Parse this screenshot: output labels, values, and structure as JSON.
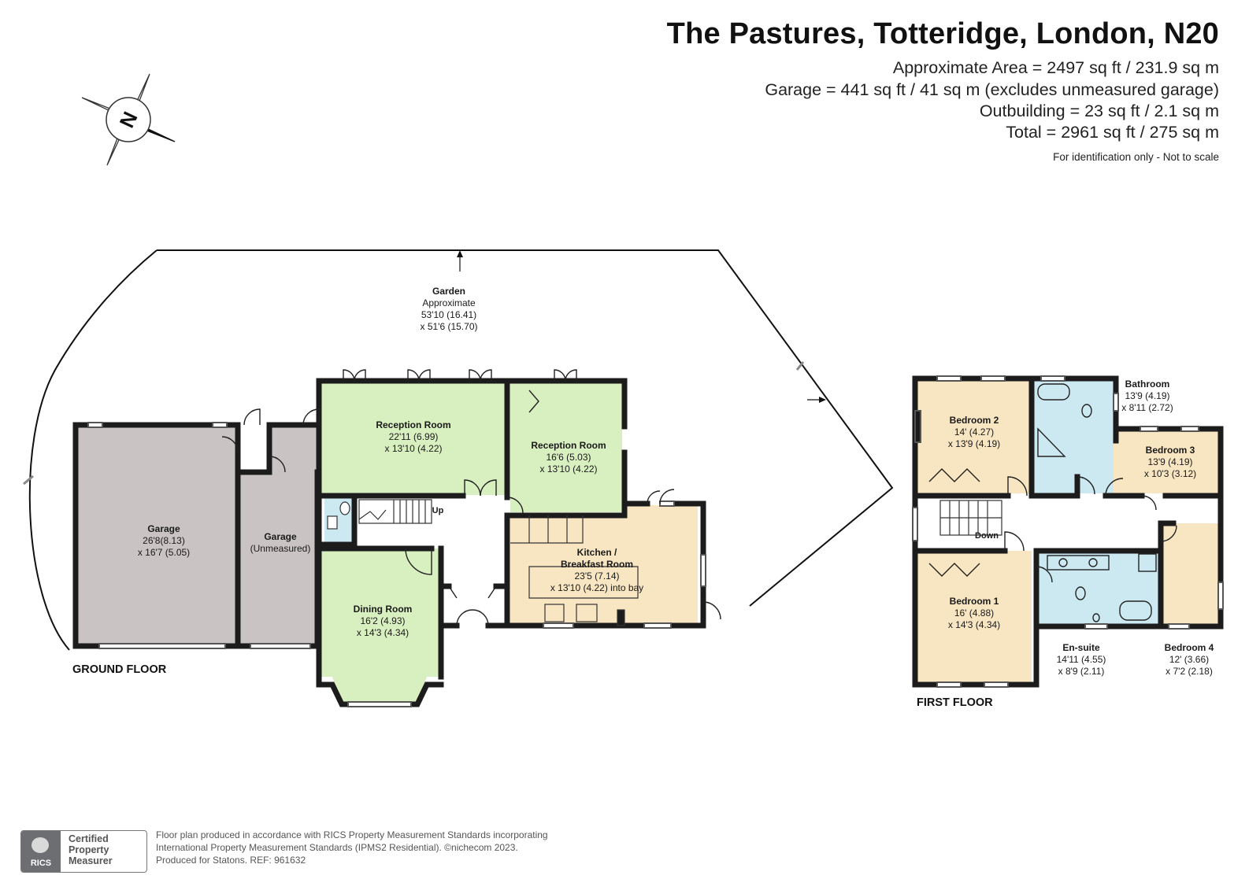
{
  "header": {
    "title": "The Pastures, Totteridge, London, N20",
    "area_lines": [
      "Approximate Area = 2497 sq ft / 231.9 sq m",
      "Garage = 441 sq ft / 41 sq m (excludes unmeasured garage)",
      "Outbuilding = 23 sq ft / 2.1 sq m",
      "Total = 2961 sq ft / 275 sq m"
    ],
    "disclaimer": "For identification only - Not to scale"
  },
  "compass": {
    "label": "N",
    "icon": "compass-rose-icon"
  },
  "colors": {
    "wall": "#1c1c1c",
    "reception": "#d8efc0",
    "garage": "#c9c3c3",
    "bedroom": "#f8e5c2",
    "bathroom": "#cce9f2",
    "hall": "#ffffff"
  },
  "ground_floor": {
    "label": "GROUND FLOOR",
    "garden": {
      "name": "Garden",
      "lines": [
        "Approximate",
        "53'10 (16.41)",
        "x 51'6 (15.70)"
      ]
    },
    "rooms": [
      {
        "name": "Reception Room",
        "dims": [
          "22'11 (6.99)",
          "x 13'10 (4.22)"
        ]
      },
      {
        "name": "Reception Room",
        "dims": [
          "16'6 (5.03)",
          "x 13'10 (4.22)"
        ]
      },
      {
        "name": "Garage",
        "dims": [
          "26'8(8.13)",
          "x 16'7 (5.05)"
        ]
      },
      {
        "name": "Garage",
        "dims": [
          "(Unmeasured)"
        ]
      },
      {
        "name": "Kitchen /",
        "dims": [
          "Breakfast Room",
          "23'5 (7.14)",
          "x 13'10 (4.22) into bay"
        ]
      },
      {
        "name": "Dining Room",
        "dims": [
          "16'2 (4.93)",
          "x 14'3 (4.34)"
        ]
      }
    ],
    "stair_label": "Up"
  },
  "first_floor": {
    "label": "FIRST FLOOR",
    "rooms": [
      {
        "name": "Bedroom 2",
        "dims": [
          "14' (4.27)",
          "x 13'9 (4.19)"
        ]
      },
      {
        "name": "Bathroom",
        "dims": [
          "13'9 (4.19)",
          "x 8'11 (2.72)"
        ]
      },
      {
        "name": "Bedroom 3",
        "dims": [
          "13'9 (4.19)",
          "x 10'3 (3.12)"
        ]
      },
      {
        "name": "Bedroom 1",
        "dims": [
          "16' (4.88)",
          "x 14'3 (4.34)"
        ]
      },
      {
        "name": "En-suite",
        "dims": [
          "14'11 (4.55)",
          "x 8'9 (2.11)"
        ]
      },
      {
        "name": "Bedroom 4",
        "dims": [
          "12' (3.66)",
          "x 7'2 (2.18)"
        ]
      }
    ],
    "stair_label": "Down"
  },
  "footer": {
    "badge": [
      "Certified",
      "Property",
      "Measurer"
    ],
    "badge_mark": "RICS",
    "lines": [
      "Floor plan produced in accordance with RICS Property Measurement Standards incorporating",
      "International Property Measurement Standards (IPMS2 Residential).   ©nichecom 2023.",
      "Produced for Statons.   REF: 961632"
    ]
  }
}
